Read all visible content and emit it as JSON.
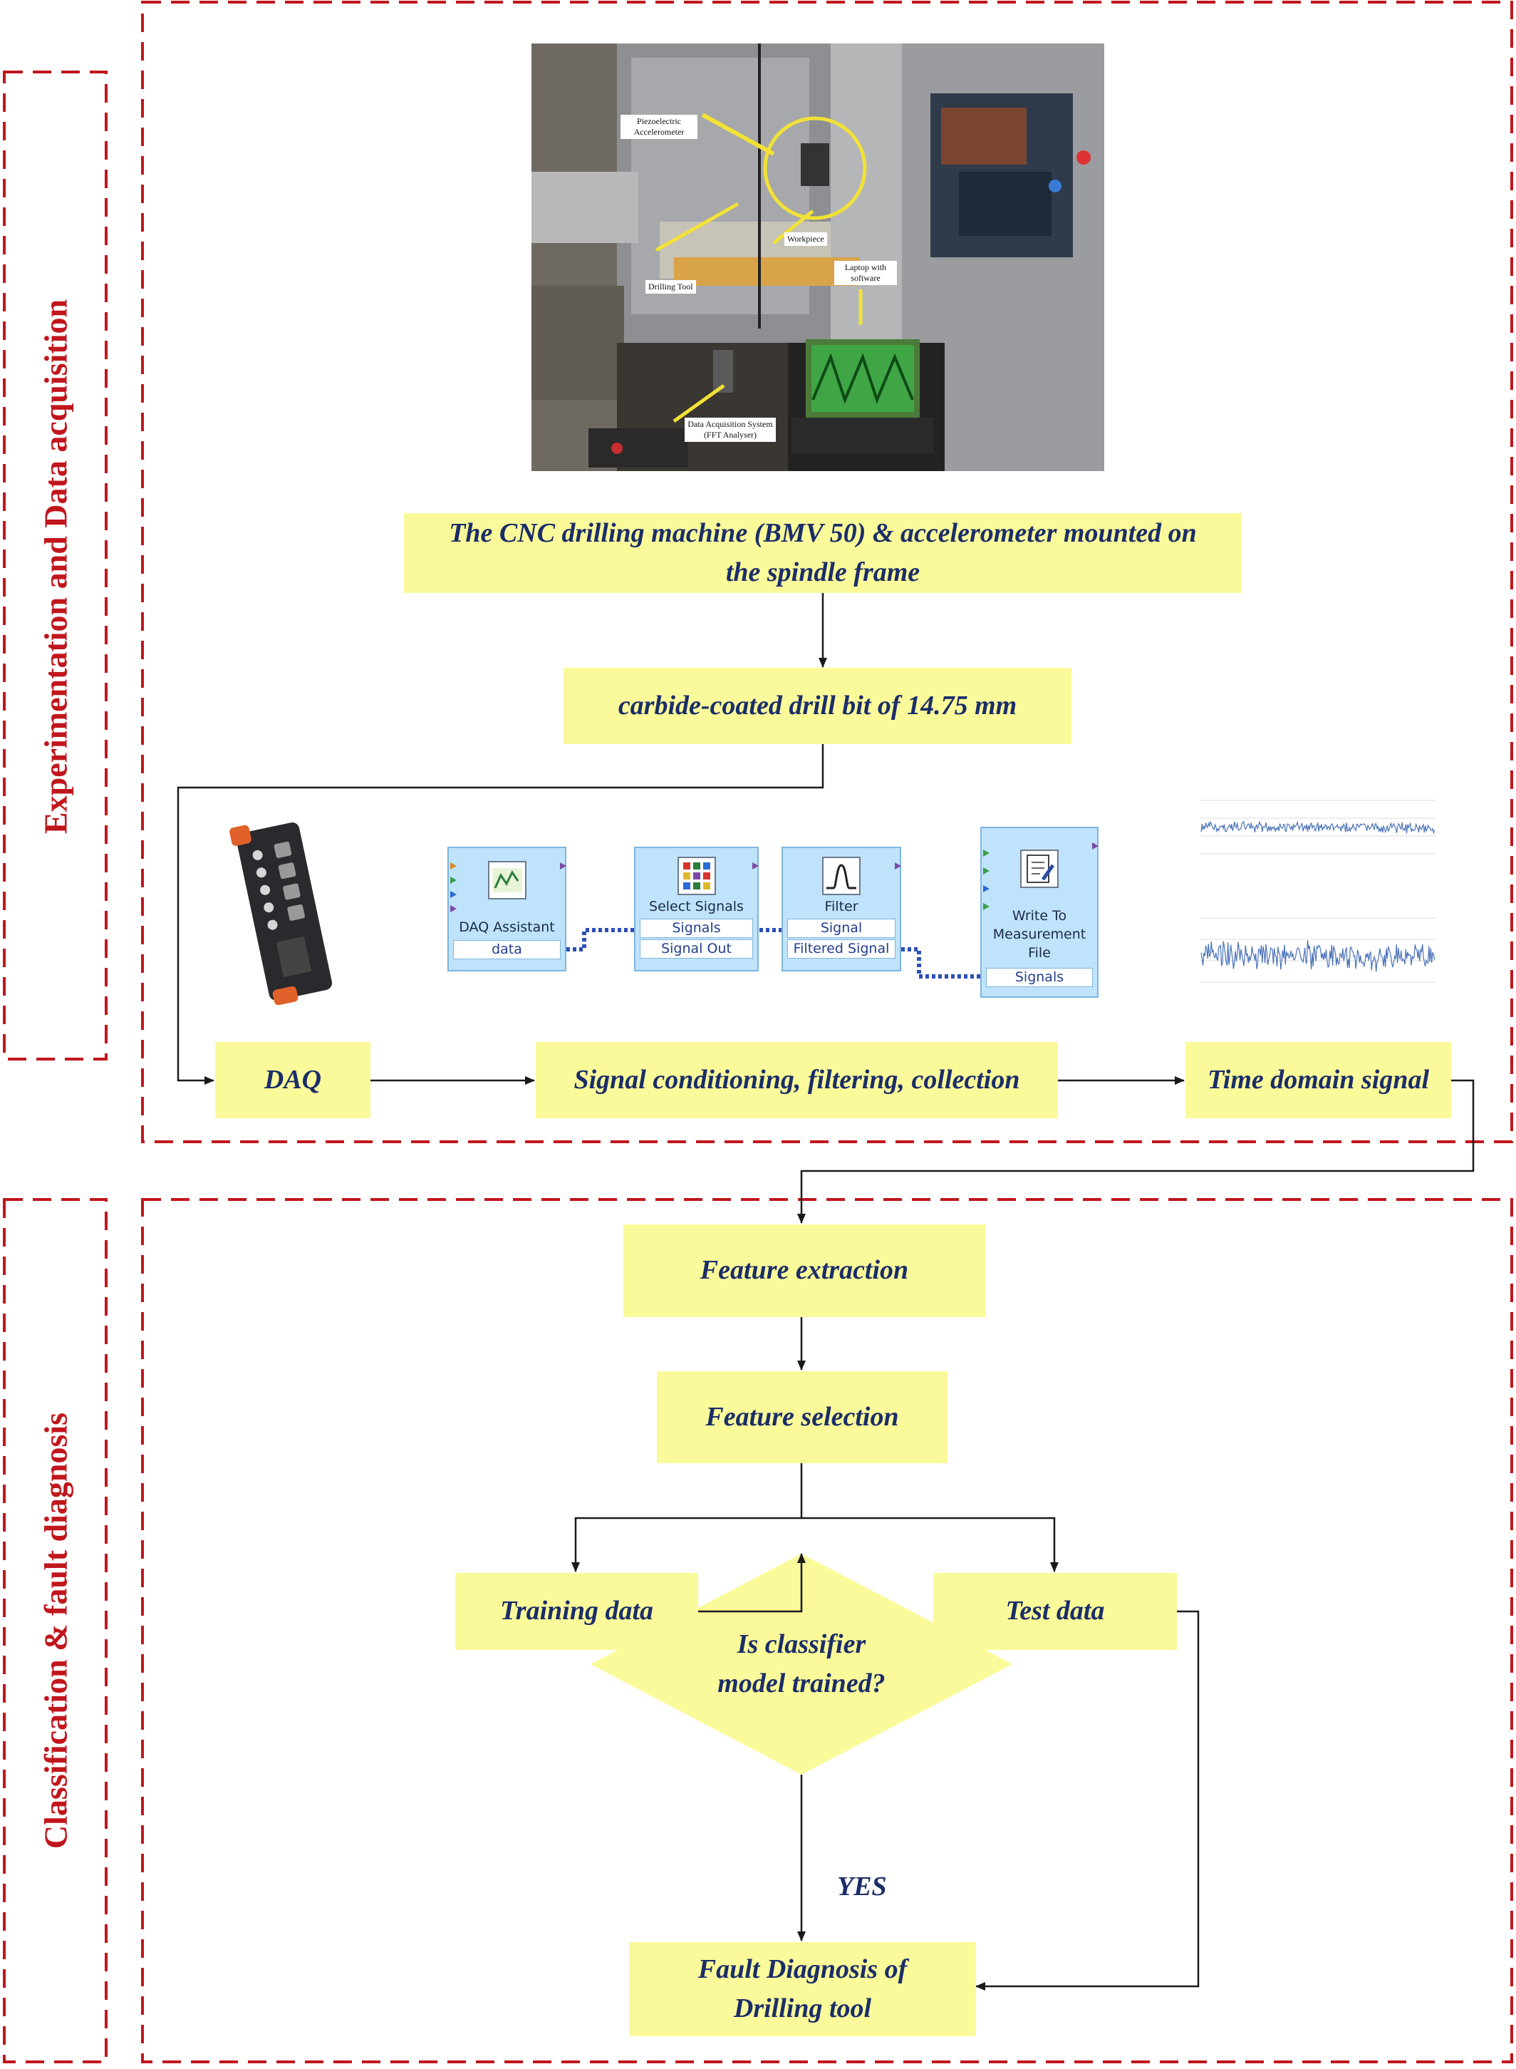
{
  "sections": [
    {
      "label": "Experimentation and Data acquisition"
    },
    {
      "label": "Classification & fault diagnosis"
    }
  ],
  "photo": {
    "callouts": {
      "accelerometer": "Piezoelectric Accelerometer",
      "workpiece": "Workpiece",
      "tool": "Drilling Tool",
      "laptop": "Laptop with software",
      "daq": "Data Acquisition System (FFT Analyser)"
    }
  },
  "boxes": {
    "machine_line1": "The CNC drilling machine (BMV 50) & accelerometer mounted on",
    "machine_line2": "the spindle frame",
    "drill_bit": "carbide-coated drill bit  of  14.75 mm",
    "daq": "DAQ",
    "signal_conditioning": "Signal conditioning, filtering, collection",
    "time_domain": "Time domain signal",
    "feature_extraction": "Feature extraction",
    "feature_selection": "Feature selection",
    "training_data": "Training data",
    "test_data": "Test data",
    "decision_line1": "Is classifier",
    "decision_line2": "model trained?",
    "yes": "YES",
    "fault_line1": "Fault Diagnosis of",
    "fault_line2": "Drilling tool"
  },
  "labview": {
    "daq_assistant": {
      "title": "DAQ Assistant",
      "terminal": "data"
    },
    "select_signals": {
      "title": "Select Signals",
      "terminal1": "Signals",
      "terminal2": "Signal Out"
    },
    "filter": {
      "title": "Filter",
      "terminal1": "Signal",
      "terminal2": "Filtered Signal"
    },
    "write_file": {
      "title1": "Write To",
      "title2": "Measurement",
      "title3": "File",
      "terminal": "Signals"
    }
  },
  "colors": {
    "box_fill": "#fafa9a",
    "box_text": "#1b2d68",
    "section_border": "#c0161c",
    "labview_block": "#bfe3fb",
    "signal_trace": "#4a72b8"
  }
}
